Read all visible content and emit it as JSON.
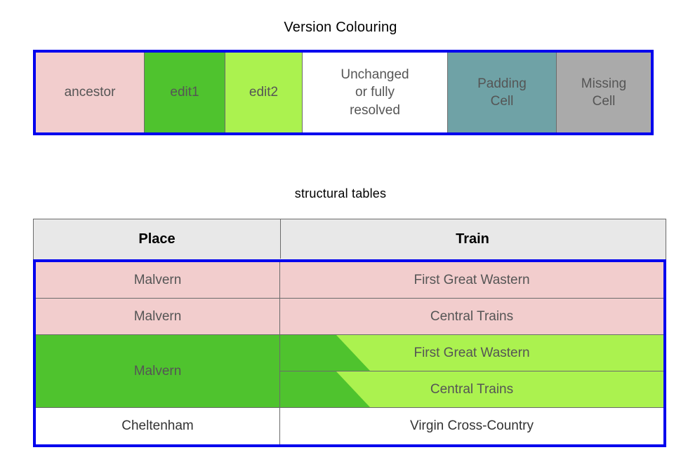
{
  "legend": {
    "title": "Version Colouring",
    "border_color": "#0000ee",
    "cells": [
      {
        "label": "ancestor",
        "color": "#f2cdcd",
        "name": "legend-cell-ancestor"
      },
      {
        "label": "edit1",
        "color": "#4fc32e",
        "name": "legend-cell-edit1"
      },
      {
        "label": "edit2",
        "color": "#abf24f",
        "name": "legend-cell-edit2"
      },
      {
        "label": "Unchanged\nor fully\nresolved",
        "color": "#ffffff",
        "name": "legend-cell-unchanged"
      },
      {
        "label": "Padding\nCell",
        "color": "#6fa2a6",
        "name": "legend-cell-padding"
      },
      {
        "label": "Missing\nCell",
        "color": "#aaaaaa",
        "name": "legend-cell-missing"
      }
    ],
    "cell_lines": {
      "ancestor": [
        "ancestor"
      ],
      "edit1": [
        "edit1"
      ],
      "edit2": [
        "edit2"
      ],
      "unchanged": [
        "Unchanged",
        "or fully",
        "resolved"
      ],
      "padding": [
        "Padding",
        "Cell"
      ],
      "missing": [
        "Missing",
        "Cell"
      ]
    }
  },
  "structural": {
    "title": "structural tables",
    "columns": [
      "Place",
      "Train"
    ],
    "rows": [
      {
        "place": "Malvern",
        "train": "First Great Wastern",
        "version": "ancestor"
      },
      {
        "place": "Malvern",
        "train": "Central Trains",
        "version": "ancestor"
      },
      {
        "place": "Malvern",
        "train": "First Great Wastern",
        "version": "edit1-edit2-split"
      },
      {
        "place": "Malvern",
        "train": "Central Trains",
        "version": "edit1-edit2-split"
      },
      {
        "place": "Cheltenham",
        "train": "Virgin Cross-Country",
        "version": "unchanged"
      }
    ],
    "merged_place_label": "Malvern"
  }
}
